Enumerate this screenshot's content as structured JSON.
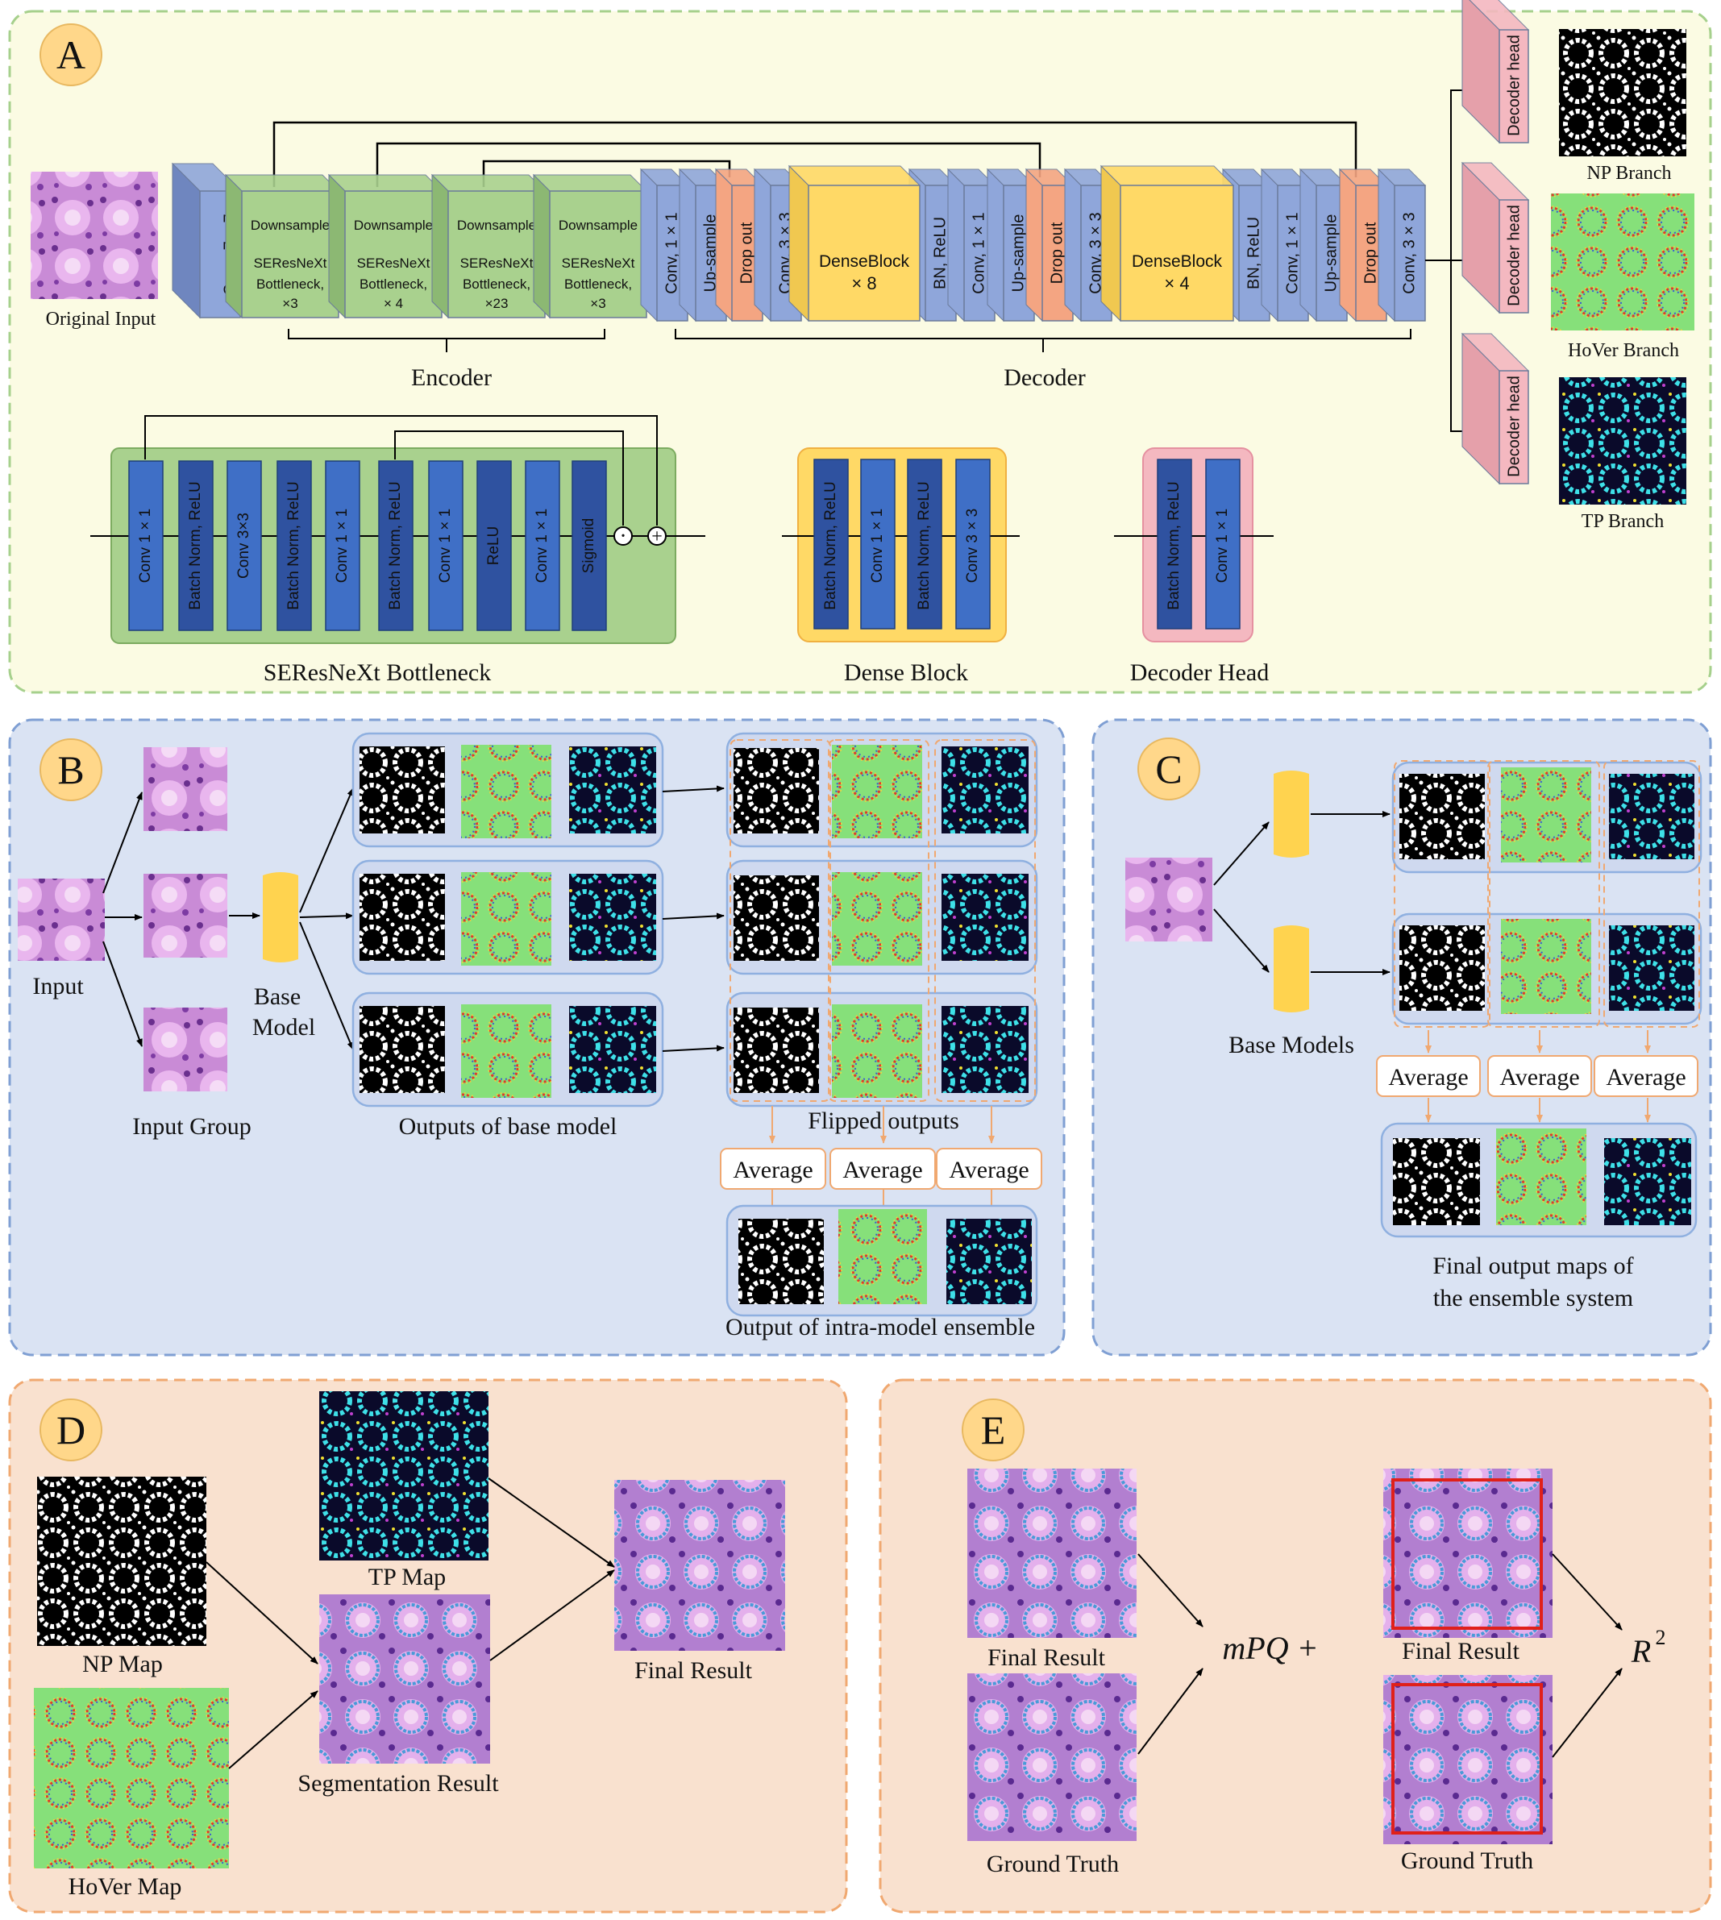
{
  "panels": {
    "a": "A",
    "b": "B",
    "c": "C",
    "d": "D",
    "e": "E"
  },
  "panel_a": {
    "original_input": "Original Input",
    "conv7": "Conv, 7 × 7",
    "enc_blocks": [
      {
        "top": "Downsample",
        "l1": "SEResNeXt",
        "l2": "Bottleneck,",
        "l3": "×3"
      },
      {
        "top": "Downsample",
        "l1": "SEResNeXt",
        "l2": "Bottleneck,",
        "l3": "× 4"
      },
      {
        "top": "Downsample",
        "l1": "SEResNeXt",
        "l2": "Bottleneck,",
        "l3": "×23"
      },
      {
        "top": "Downsample",
        "l1": "SEResNeXt",
        "l2": "Bottleneck,",
        "l3": "×3"
      }
    ],
    "encoder": "Encoder",
    "decoder": "Decoder",
    "dec_labels": {
      "conv1": "Conv, 1 × 1",
      "upsample": "Up-sample",
      "dropout": "Drop out",
      "conv3": "Conv, 3 × 3",
      "bnrelu": "BN, ReLU"
    },
    "dense1_a": "DenseBlock",
    "dense1_b": "× 8",
    "dense2_a": "DenseBlock",
    "dense2_b": "× 4",
    "decoder_head": "Decoder head",
    "branches": [
      "NP Branch",
      "HoVer Branch",
      "TP Branch"
    ],
    "bottleneck_layers": [
      "Conv 1 × 1",
      "Batch Norm, ReLU",
      "Conv 3×3",
      "Batch Norm, ReLU",
      "Conv 1 × 1",
      "Batch Norm, ReLU",
      "Conv 1 × 1",
      "ReLU",
      "Conv 1 × 1",
      "Sigmoid"
    ],
    "bottleneck_title": "SEResNeXt Bottleneck",
    "dense_layers": [
      "Batch Norm, ReLU",
      "Conv 1 × 1",
      "Batch Norm, ReLU",
      "Conv 3 × 3"
    ],
    "dense_title": "Dense Block",
    "head_layers": [
      "Batch Norm, ReLU",
      "Conv 1 × 1"
    ],
    "head_title": "Decoder Head",
    "dot_symbol": "·",
    "plus_symbol": "+"
  },
  "panel_b": {
    "input": "Input",
    "base_model_1": "Base",
    "base_model_2": "Model",
    "input_group": "Input Group",
    "outputs_base": "Outputs of base model",
    "flipped": "Flipped outputs",
    "average": "Average",
    "intra": "Output of intra-model ensemble"
  },
  "panel_c": {
    "base_models": "Base Models",
    "average": "Average",
    "final_1": "Final output maps of",
    "final_2": "the ensemble system"
  },
  "panel_d": {
    "np_map": "NP Map",
    "tp_map": "TP Map",
    "hover_map": "HoVer Map",
    "seg_result": "Segmentation Result",
    "final_result": "Final Result"
  },
  "panel_e": {
    "final_result": "Final Result",
    "ground_truth": "Ground Truth",
    "mpq": "mPQ +",
    "r2": "R",
    "r2_sup": "2"
  },
  "colors": {
    "panel_a_bg": "#fbfbe3",
    "panel_a_border": "#a6d08c",
    "panel_bc_bg": "#dae3f3",
    "panel_bc_border": "#7f9fd3",
    "panel_de_bg": "#f9e1cf",
    "panel_de_border": "#f0a870",
    "enc_green": "#a9d18e",
    "dec_blue": "#8fa6da",
    "dropout": "#f4a582",
    "dense_yellow": "#ffd966",
    "head_pink": "#f4b8c0",
    "layer_blue": "#3f6fc6",
    "layer_dark": "#2f52a0",
    "circle": "#ffd78a",
    "arrow_orange": "#f0a870"
  }
}
